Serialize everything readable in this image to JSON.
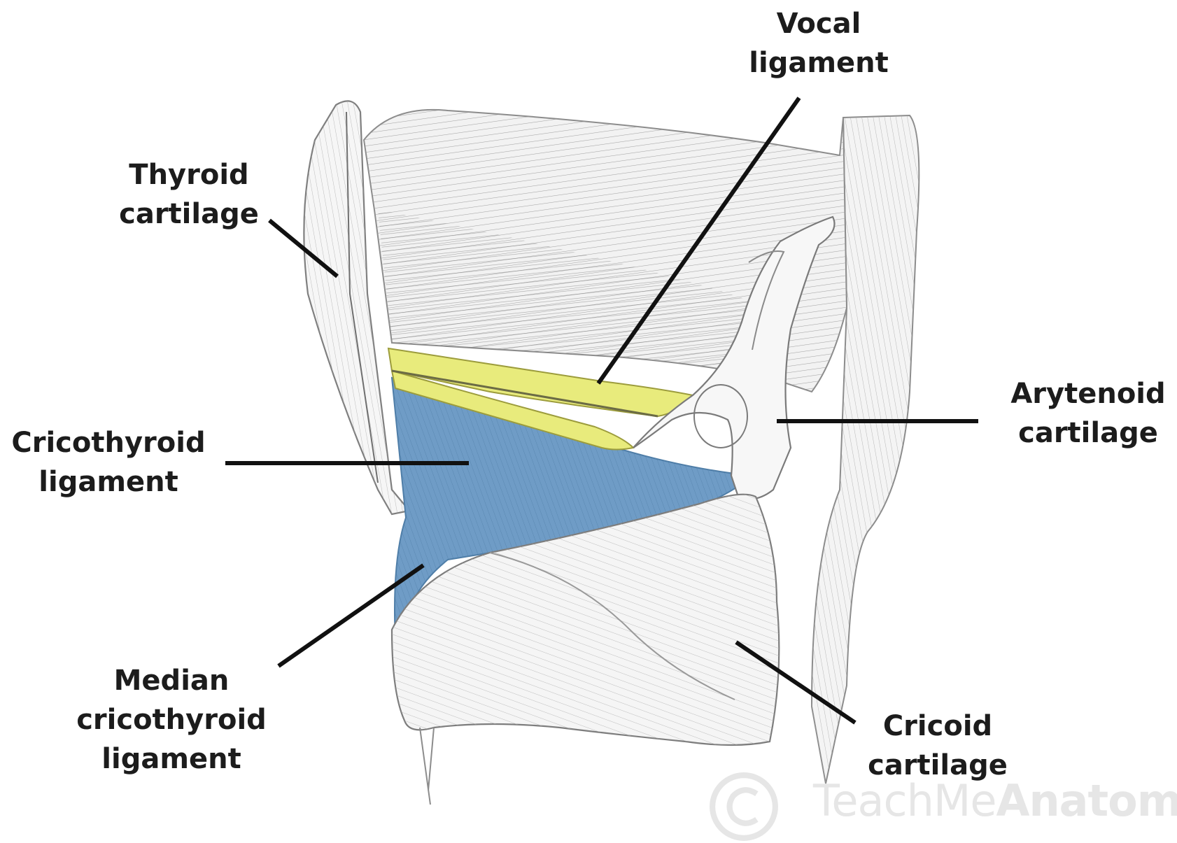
{
  "labels": {
    "vocal_ligament": [
      "Vocal",
      "ligament"
    ],
    "thyroid_cartilage": [
      "Thyroid",
      "cartilage"
    ],
    "arytenoid_cartilage": [
      "Arytenoid",
      "cartilage"
    ],
    "cricothyroid_ligament": [
      "Cricothyroid",
      "ligament"
    ],
    "median_cricothyroid_ligament": [
      "Median",
      "cricothyroid",
      "ligament"
    ],
    "cricoid_cartilage": [
      "Cricoid",
      "cartilage"
    ]
  },
  "watermark": {
    "light": "TeachMe",
    "bold": "Anatomy"
  },
  "colors": {
    "vocal_ligament": "#e8eb7c",
    "cricothyroid_ligament": "#6f9cc6",
    "cartilage_fill": "#f4f4f4",
    "sketch_line": "#8c8c8c",
    "leader_line": "#111111"
  }
}
